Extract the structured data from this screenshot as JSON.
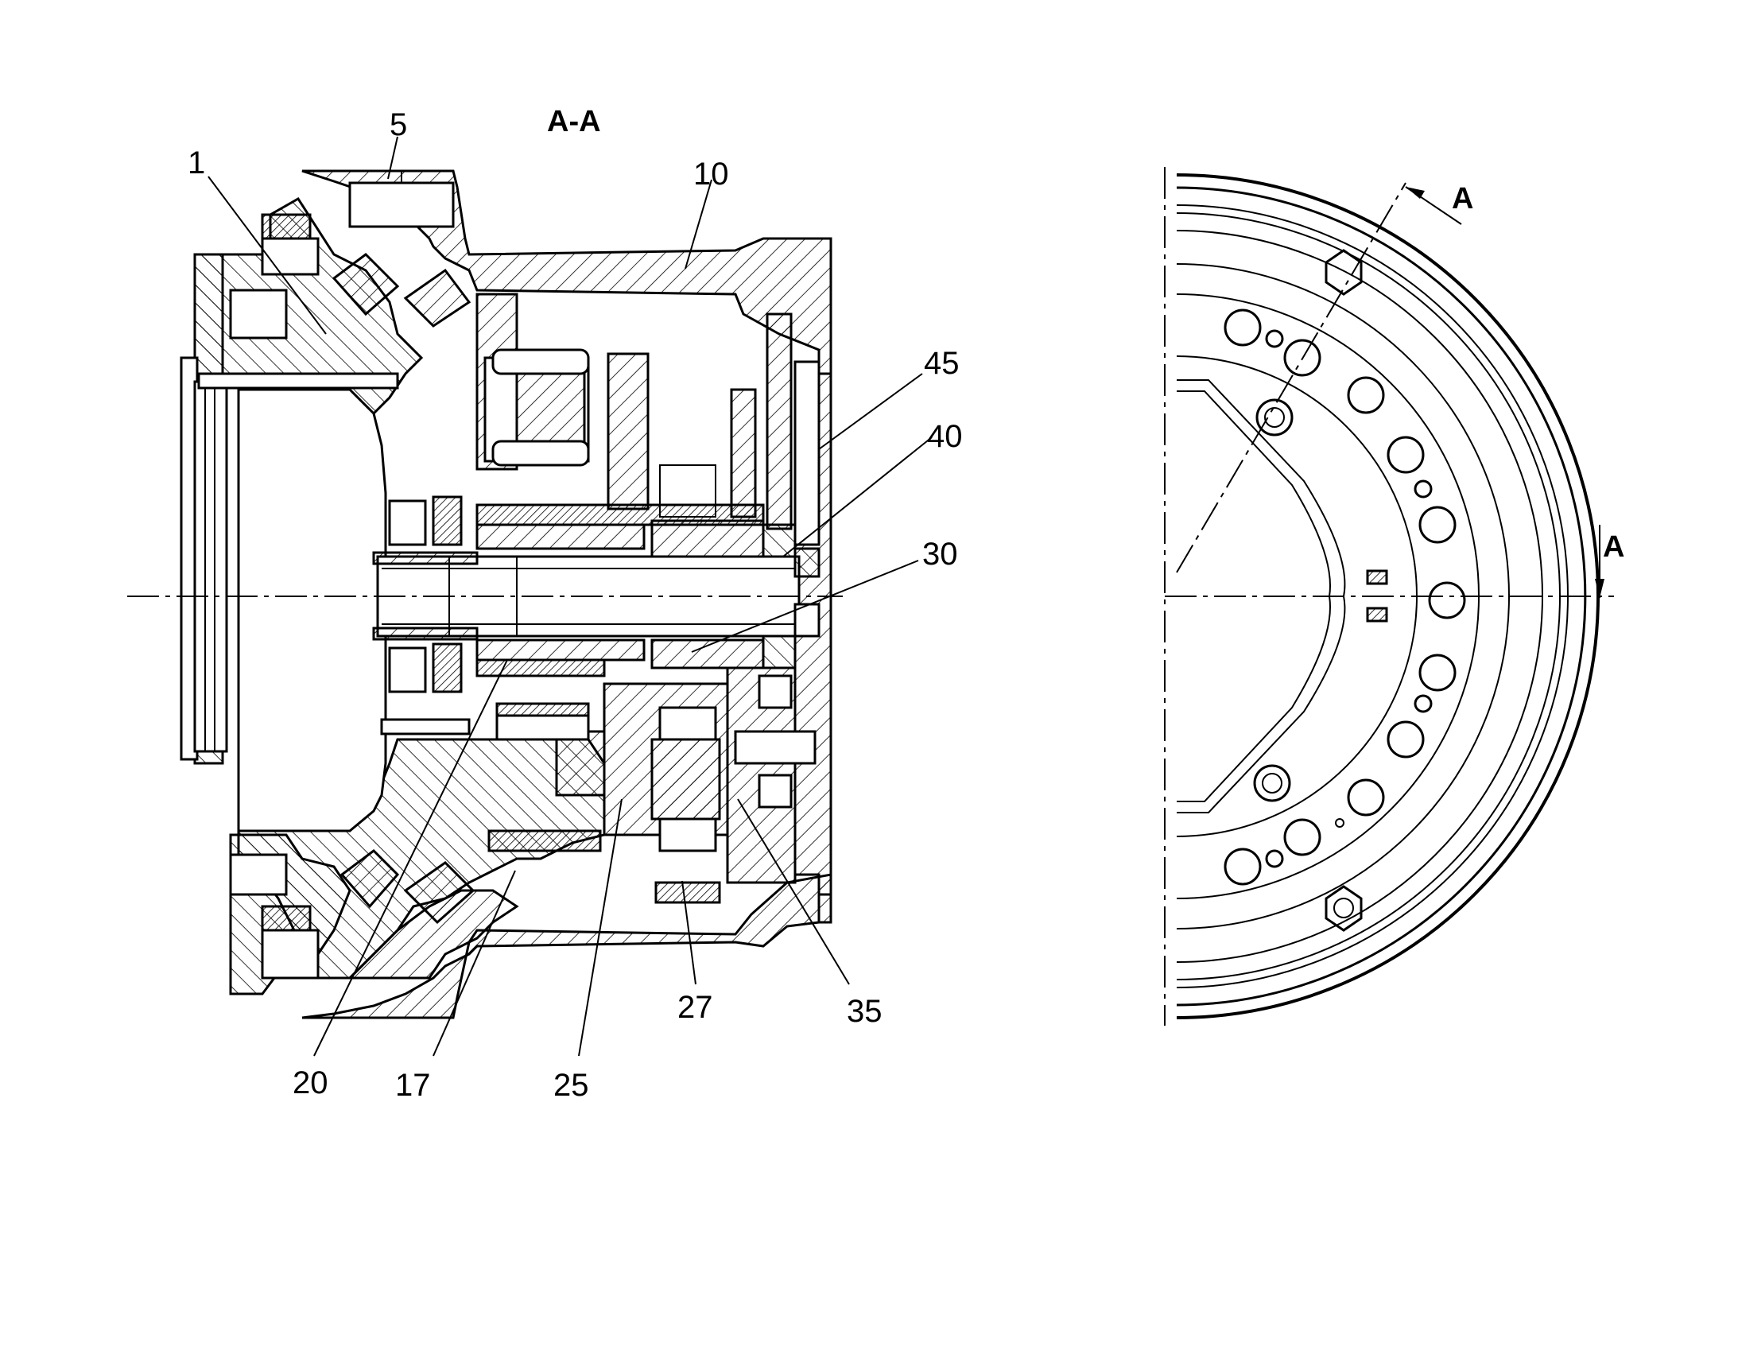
{
  "section_title": "A-A",
  "part_labels": {
    "p1": "1",
    "p5": "5",
    "p10": "10",
    "p45": "45",
    "p40": "40",
    "p30": "30",
    "p20": "20",
    "p17": "17",
    "p25": "25",
    "p27": "27",
    "p35": "35"
  },
  "cut_labels": {
    "top": "A",
    "right": "A"
  }
}
